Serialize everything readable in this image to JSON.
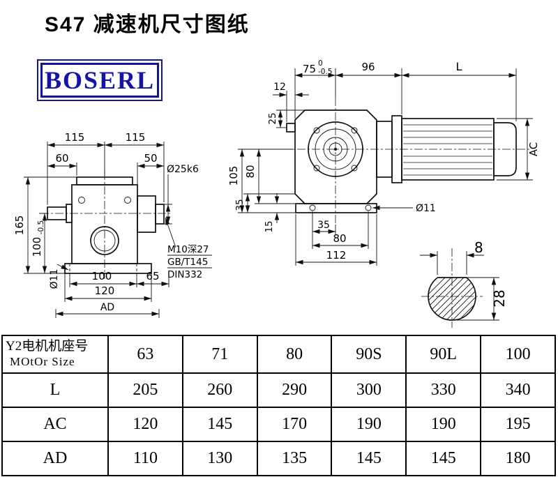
{
  "page": {
    "title": "S47 减速机尺寸图纸",
    "logo": "BOSERL"
  },
  "left_view": {
    "dim_115_left": "115",
    "dim_115_right": "115",
    "dim_60": "60",
    "dim_50": "50",
    "shaft_dia": "Ø25k6",
    "dim_165": "165",
    "dim_100_height": "100",
    "dim_100_tol": "-0.5",
    "foot_hole_dia": "Ø11",
    "dim_100_bottom": "100",
    "dim_65": "65",
    "dim_120": "120",
    "dim_AD": "AD",
    "note_tap": "M10深27",
    "note_std": "GB/T145",
    "note_din": "DIN332"
  },
  "right_view": {
    "dim_75": "75",
    "dim_75_tol_upper": "0",
    "dim_75_tol_lower": "-0.5",
    "dim_96": "96",
    "dim_L": "L",
    "dim_12": "12",
    "dim_25": "25",
    "dim_105": "105",
    "dim_80_side": "80",
    "dim_35_side": "35",
    "dim_15": "15",
    "dim_35_bottom": "35",
    "dim_80_bottom": "80",
    "dim_112": "112",
    "foot_hole_dia": "Ø11",
    "dim_AC": "AC"
  },
  "shaft_section": {
    "key_width": "8",
    "shaft_dia": "28"
  },
  "table": {
    "header_line1": "Y2电机机座号",
    "header_line2": "MOtOr Size",
    "sizes": [
      "63",
      "71",
      "80",
      "90S",
      "90L",
      "100"
    ],
    "rows": [
      {
        "label": "L",
        "values": [
          "205",
          "260",
          "290",
          "300",
          "330",
          "340"
        ]
      },
      {
        "label": "AC",
        "values": [
          "120",
          "145",
          "170",
          "190",
          "190",
          "195"
        ]
      },
      {
        "label": "AD",
        "values": [
          "110",
          "130",
          "135",
          "145",
          "145",
          "180"
        ]
      }
    ]
  }
}
